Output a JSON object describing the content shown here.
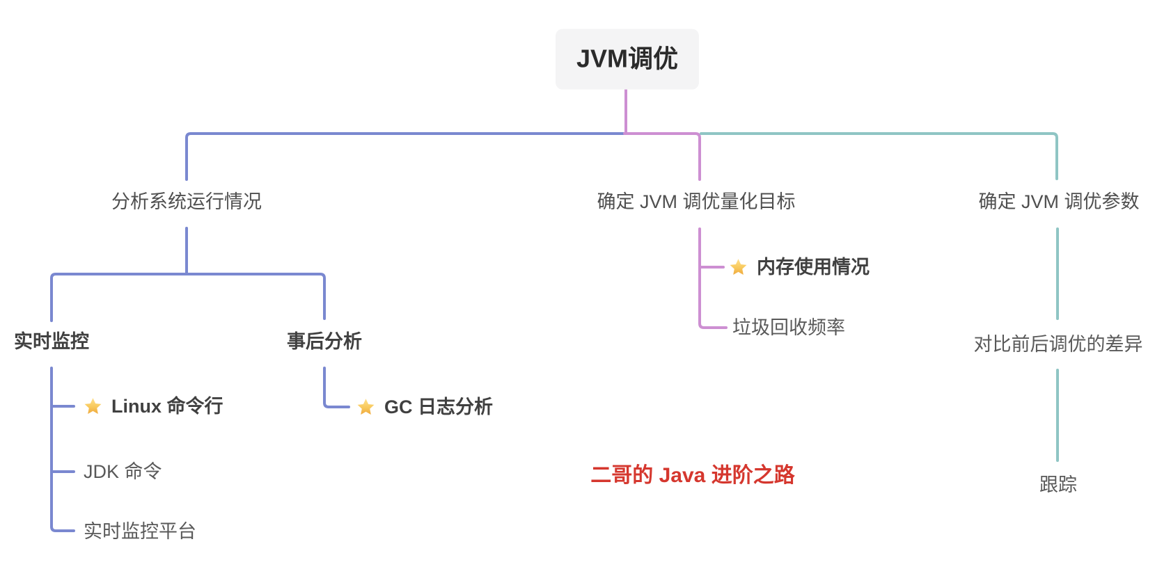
{
  "mindmap": {
    "root": {
      "label": "JVM调优"
    },
    "branches": [
      {
        "label": "分析系统运行情况",
        "line_color": "#7a88d0",
        "children": [
          {
            "label": "实时监控",
            "bold": true,
            "children": [
              {
                "icon": "glowing-star",
                "label": "Linux 命令行",
                "bold": true
              },
              {
                "label": "JDK 命令"
              },
              {
                "label": "实时监控平台"
              }
            ]
          },
          {
            "label": "事后分析",
            "bold": true,
            "children": [
              {
                "icon": "glowing-star",
                "label": "GC 日志分析",
                "bold": true
              }
            ]
          }
        ]
      },
      {
        "label": "确定 JVM 调优量化目标",
        "line_color": "#cd8fd2",
        "children": [
          {
            "icon": "glowing-star",
            "label": "内存使用情况",
            "bold": true
          },
          {
            "label": "垃圾回收频率"
          }
        ]
      },
      {
        "label": "确定 JVM 调优参数",
        "line_color": "#8fc5c4",
        "children": [
          {
            "label": "对比前后调优的差异",
            "children": [
              {
                "label": "跟踪"
              }
            ]
          }
        ]
      }
    ],
    "watermark": {
      "label": "二哥的 Java 进阶之路",
      "color": "#d5372e"
    }
  }
}
